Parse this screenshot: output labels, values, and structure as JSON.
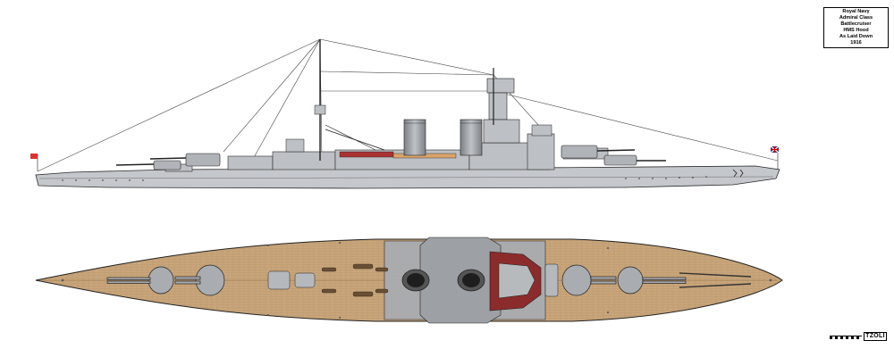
{
  "title_block": {
    "lines": [
      "Royal Navy",
      "Admiral Class",
      "Battlecruiser",
      "HMS Hood",
      "As Laid Down",
      "1916"
    ]
  },
  "signature": "TZOLI",
  "colors": {
    "hull_grey": "#c4c7cb",
    "hull_dark": "#a8abaf",
    "deck_wood": "#c8a57a",
    "deck_plank": "#b38c5d",
    "deck_grey": "#a9acb0",
    "boot_red": "#8c2b2b",
    "outline": "#2a2a2a"
  },
  "icons": [
    "ensign-flag-icon",
    "union-jack-icon"
  ]
}
